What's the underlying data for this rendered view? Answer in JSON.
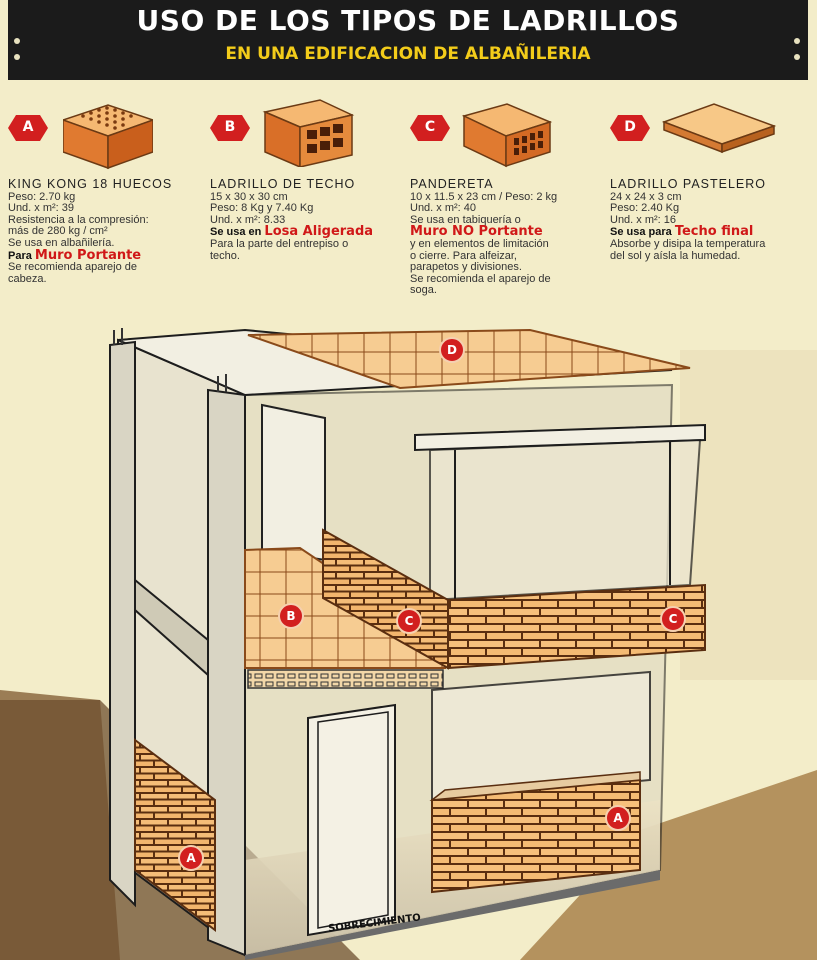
{
  "header": {
    "title": "USO DE LOS TIPOS DE LADRILLOS",
    "subtitle": "EN UNA EDIFICACION DE ALBAÑILERIA"
  },
  "bricks": [
    {
      "letter": "A",
      "name": "KING KONG 18 HUECOS",
      "lines": [
        "Peso: 2.70 kg",
        "Und. x m²: 39",
        "Resistencia a la compresión:",
        "más de 280 kg / cm²",
        "Se usa en albañilería."
      ],
      "use_prefix": "Para",
      "use_highlight": "Muro Portante",
      "notes": [
        "Se recomienda aparejo de",
        "cabeza."
      ]
    },
    {
      "letter": "B",
      "name": "LADRILLO DE TECHO",
      "lines": [
        "15 x 30 x 30 cm",
        "Peso: 8 Kg y 7.40 Kg",
        "Und. x m²: 8.33"
      ],
      "use_prefix": "Se usa en",
      "use_highlight": "Losa Aligerada",
      "notes": [
        "Para la parte del entrepiso o",
        "techo."
      ]
    },
    {
      "letter": "C",
      "name": "PANDERETA",
      "lines": [
        "10 x 11.5 x 23 cm / Peso: 2 kg",
        "Und. x m²: 40",
        "Se usa en tabiquería o"
      ],
      "use_prefix": "",
      "use_highlight": "Muro NO Portante",
      "notes": [
        "y en elementos de limitación",
        "o cierre. Para alfeizar,",
        "parapetos y divisiones.",
        "Se recomienda el aparejo de",
        "soga."
      ]
    },
    {
      "letter": "D",
      "name": "LADRILLO PASTELERO",
      "lines": [
        "24 x 24 x 3 cm",
        "Peso: 2.40 Kg",
        "Und. x m²: 16"
      ],
      "use_prefix": "Se usa para",
      "use_highlight": "Techo final",
      "notes": [
        "Absorbe y disipa la temperatura",
        "del sol y aísla la humedad."
      ]
    }
  ],
  "diagram_labels": {
    "roof": "D",
    "slab": "B",
    "parapet_left": "C",
    "parapet_right": "C",
    "wall_left": "A",
    "wall_right": "A",
    "sobrecimiento": "SOBRECIMIENTO"
  },
  "colors": {
    "banner_bg": "#1b1b1b",
    "title": "#ffffff",
    "subtitle": "#f3cc1a",
    "badge": "#d21f1f",
    "highlight": "#d01818",
    "brick": "#f0a24e",
    "background": "#f3edc9"
  }
}
